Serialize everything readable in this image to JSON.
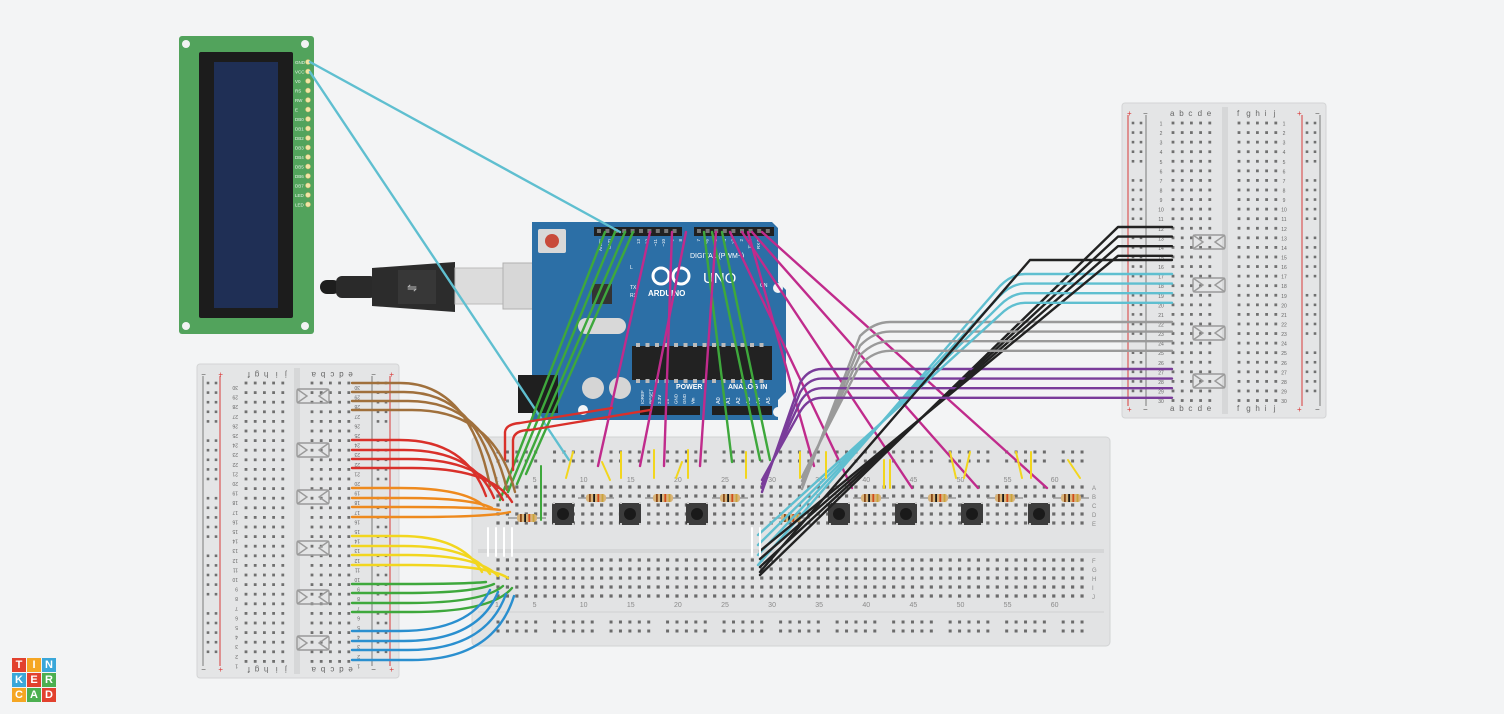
{
  "arduino": {
    "aref_label": "AREF",
    "gnd_label": "GND",
    "digital_label": "DIGITAL (PWM~)",
    "brand": "ARDUINO",
    "model": "UNO",
    "on_label": "ON",
    "tx_label": "TX",
    "rx_label": "RX",
    "l_label": "L",
    "power_label": "POWER",
    "analog_label": "ANALOG IN",
    "power_pins": [
      "IOREF",
      "RESET",
      "3.3V",
      "5V",
      "GND",
      "GND",
      "Vin"
    ],
    "analog_pins": [
      "A0",
      "A1",
      "A2",
      "A3",
      "A4",
      "A5"
    ],
    "digital_pins": [
      "13",
      "12",
      "~11",
      "~10",
      "~9",
      "8",
      "7",
      "~6",
      "~5",
      "4",
      "~3",
      "2",
      "TX 1",
      "RX 0"
    ]
  },
  "lcd": {
    "pin_labels": [
      "GND",
      "VCC",
      "V0",
      "RS",
      "RW",
      "E",
      "DB0",
      "DB1",
      "DB2",
      "DB3",
      "DB4",
      "DB5",
      "DB6",
      "DB7",
      "LED",
      "LED"
    ]
  },
  "breadboard_right": {
    "col_letters_left": [
      "a",
      "b",
      "c",
      "d",
      "e"
    ],
    "col_letters_right": [
      "f",
      "g",
      "h",
      "i",
      "j"
    ],
    "rail_plus": "+",
    "rail_minus": "−",
    "row_numbers": [
      "1",
      "2",
      "3",
      "4",
      "5",
      "6",
      "7",
      "8",
      "9",
      "10",
      "11",
      "12",
      "13",
      "14",
      "15",
      "16",
      "17",
      "18",
      "19",
      "20",
      "21",
      "22",
      "23",
      "24",
      "25",
      "26",
      "27",
      "28",
      "29",
      "30"
    ]
  },
  "breadboard_left": {
    "col_letters_left": [
      "a",
      "b",
      "c",
      "d",
      "e"
    ],
    "col_letters_right": [
      "f",
      "g",
      "h",
      "i",
      "j"
    ],
    "rail_plus": "+",
    "rail_minus": "−"
  },
  "breadboard_main": {
    "top_numbers": [
      "1",
      "5",
      "10",
      "15",
      "20",
      "25",
      "30",
      "35",
      "40",
      "45",
      "50",
      "55",
      "60"
    ],
    "bottom_numbers": [
      "1",
      "5",
      "10",
      "15",
      "20",
      "25",
      "30",
      "35",
      "40",
      "45",
      "50",
      "55",
      "60"
    ],
    "row_letters_top": [
      "A",
      "B",
      "C",
      "D",
      "E"
    ],
    "row_letters_bottom": [
      "F",
      "G",
      "H",
      "I",
      "J"
    ]
  },
  "logo": {
    "letters": [
      "T",
      "I",
      "N",
      "K",
      "E",
      "R",
      "C",
      "A",
      "D"
    ],
    "colors": [
      "#e2412e",
      "#f5a623",
      "#3aa7d9",
      "#3aa7d9",
      "#e2412e",
      "#4caf50",
      "#f5a623",
      "#4caf50",
      "#e2412e"
    ]
  },
  "colors": {
    "arduino_board": "#2c6fa6",
    "lcd_pcb": "#52a35c",
    "lcd_screen": "#1f2f55",
    "wire_cyan": "#5fbfd0",
    "wire_magenta": "#c02b8c",
    "wire_green": "#3ea83c",
    "wire_black": "#222222",
    "wire_gray": "#9a9a9a",
    "wire_purple": "#7a3c9a",
    "wire_brown": "#a0703c",
    "wire_red": "#d9302a",
    "wire_orange": "#ee8a1e",
    "wire_yellow": "#f2d61e",
    "wire_blue": "#2a8fcf"
  }
}
